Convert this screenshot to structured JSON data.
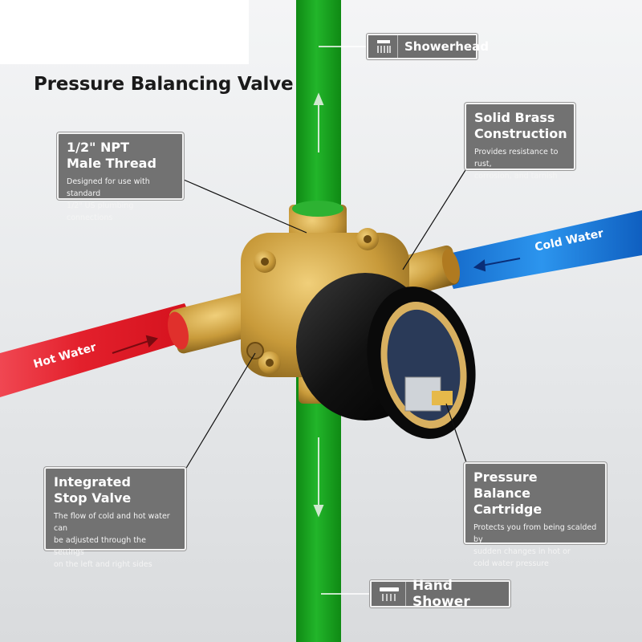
{
  "title": "Pressure Balancing Valve",
  "flows": {
    "showerhead": "Showerhead",
    "hand_shower": "Hand Shower",
    "hot_water": "Hot Water",
    "cold_water": "Cold Water"
  },
  "callouts": {
    "npt": {
      "title": "1/2\" NPT\nMale Thread",
      "desc": "Designed for use with standard\n1/2\" US plumbing connections"
    },
    "brass": {
      "title": "Solid Brass\nConstruction",
      "desc": "Provides resistance to rust,\ncorrosion, and tarnish"
    },
    "stop": {
      "title": "Integrated\nStop Valve",
      "desc": "The flow of cold and hot water can\nbe adjusted through the settings\non the left and right sides"
    },
    "cartridge": {
      "title": "Pressure Balance\nCartridge",
      "desc": "Protects you from being scalded by\nsudden changes in hot or\ncold water pressure"
    }
  },
  "colors": {
    "green_pipe": "#16a21b",
    "hot": "#e0141f",
    "cold": "#1e86e6",
    "brass": "#c89a3a",
    "callout_bg": "#727272"
  },
  "icons": [
    "showerhead-icon",
    "hand-shower-icon",
    "up-arrow-icon",
    "down-arrow-icon"
  ]
}
